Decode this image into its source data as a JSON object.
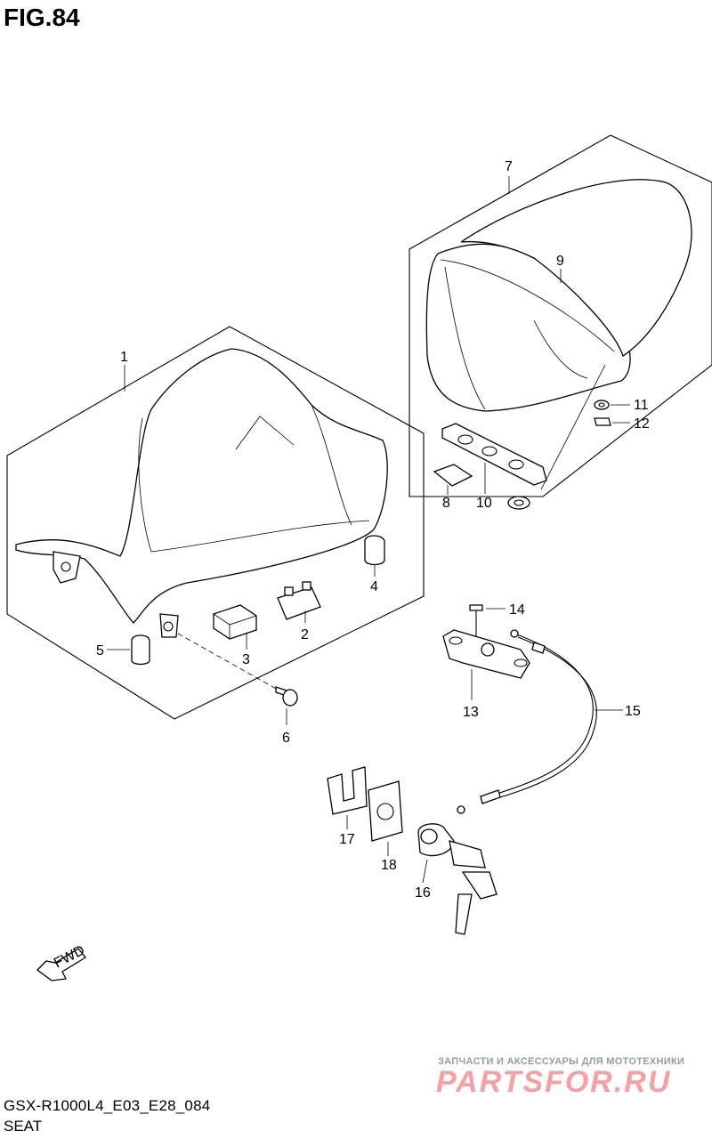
{
  "figure": {
    "title": "FIG.84"
  },
  "callouts": {
    "c1": "1",
    "c2": "2",
    "c3": "3",
    "c4": "4",
    "c5": "5",
    "c6": "6",
    "c7": "7",
    "c8": "8",
    "c9": "9",
    "c10": "10",
    "c11": "11",
    "c12": "12",
    "c13": "13",
    "c14": "14",
    "c15": "15",
    "c16": "16",
    "c17": "17",
    "c18": "18"
  },
  "direction_marker": {
    "label": "FWD"
  },
  "watermark": {
    "tagline": "ЗАПЧАСТИ И АКСЕССУАРЫ ДЛЯ МОТОТЕХНИКИ",
    "logo": "PARTSFOR.RU"
  },
  "footer": {
    "model_code": "GSX-R1000L4_E03_E28_084",
    "caption": "SEAT"
  }
}
